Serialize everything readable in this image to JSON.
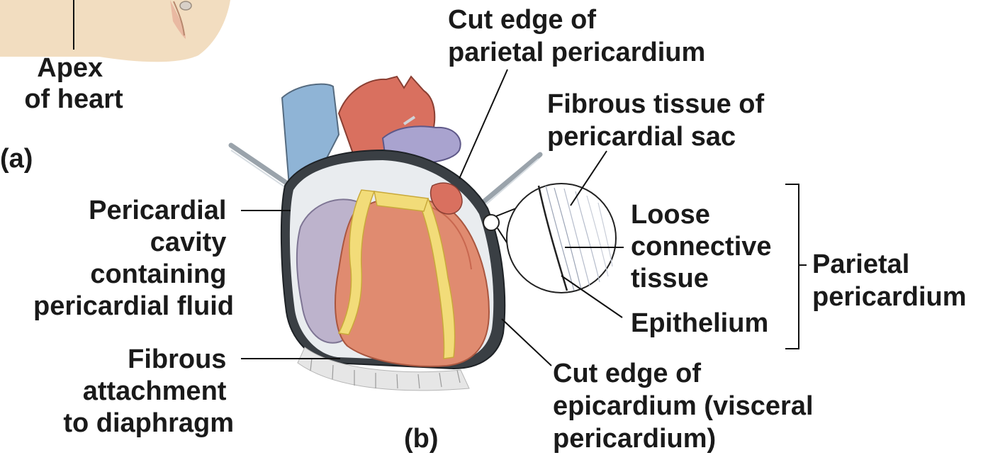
{
  "panel_a": {
    "label": "(a)",
    "apex": [
      "Apex",
      "of heart"
    ]
  },
  "panel_b": {
    "label": "(b)"
  },
  "labels": {
    "cut_edge_parietal": [
      "Cut edge of",
      "parietal pericardium"
    ],
    "fibrous_tissue": [
      "Fibrous tissue of",
      "pericardial sac"
    ],
    "pericardial_cavity": [
      "Pericardial",
      "cavity",
      "containing",
      "pericardial fluid"
    ],
    "loose_connective": [
      "Loose",
      "connective",
      "tissue"
    ],
    "parietal_pericardium": [
      "Parietal",
      "pericardium"
    ],
    "epithelium": [
      "Epithelium"
    ],
    "fibrous_attachment": [
      "Fibrous",
      "attachment",
      "to diaphragm"
    ],
    "cut_edge_epicardium": [
      "Cut edge of",
      "epicardium (visceral",
      "pericardium)"
    ]
  },
  "colors": {
    "ventricle": "#e08b70",
    "ventricle_dark": "#c8674f",
    "atrium": "#bdb3cc",
    "fat": "#f2dc79",
    "vein": "#8fb4d6",
    "aorta": "#d9705f",
    "pulmonary": "#a9a3cf",
    "sac": "#3a3f44",
    "skin": "#f2ddc0"
  }
}
